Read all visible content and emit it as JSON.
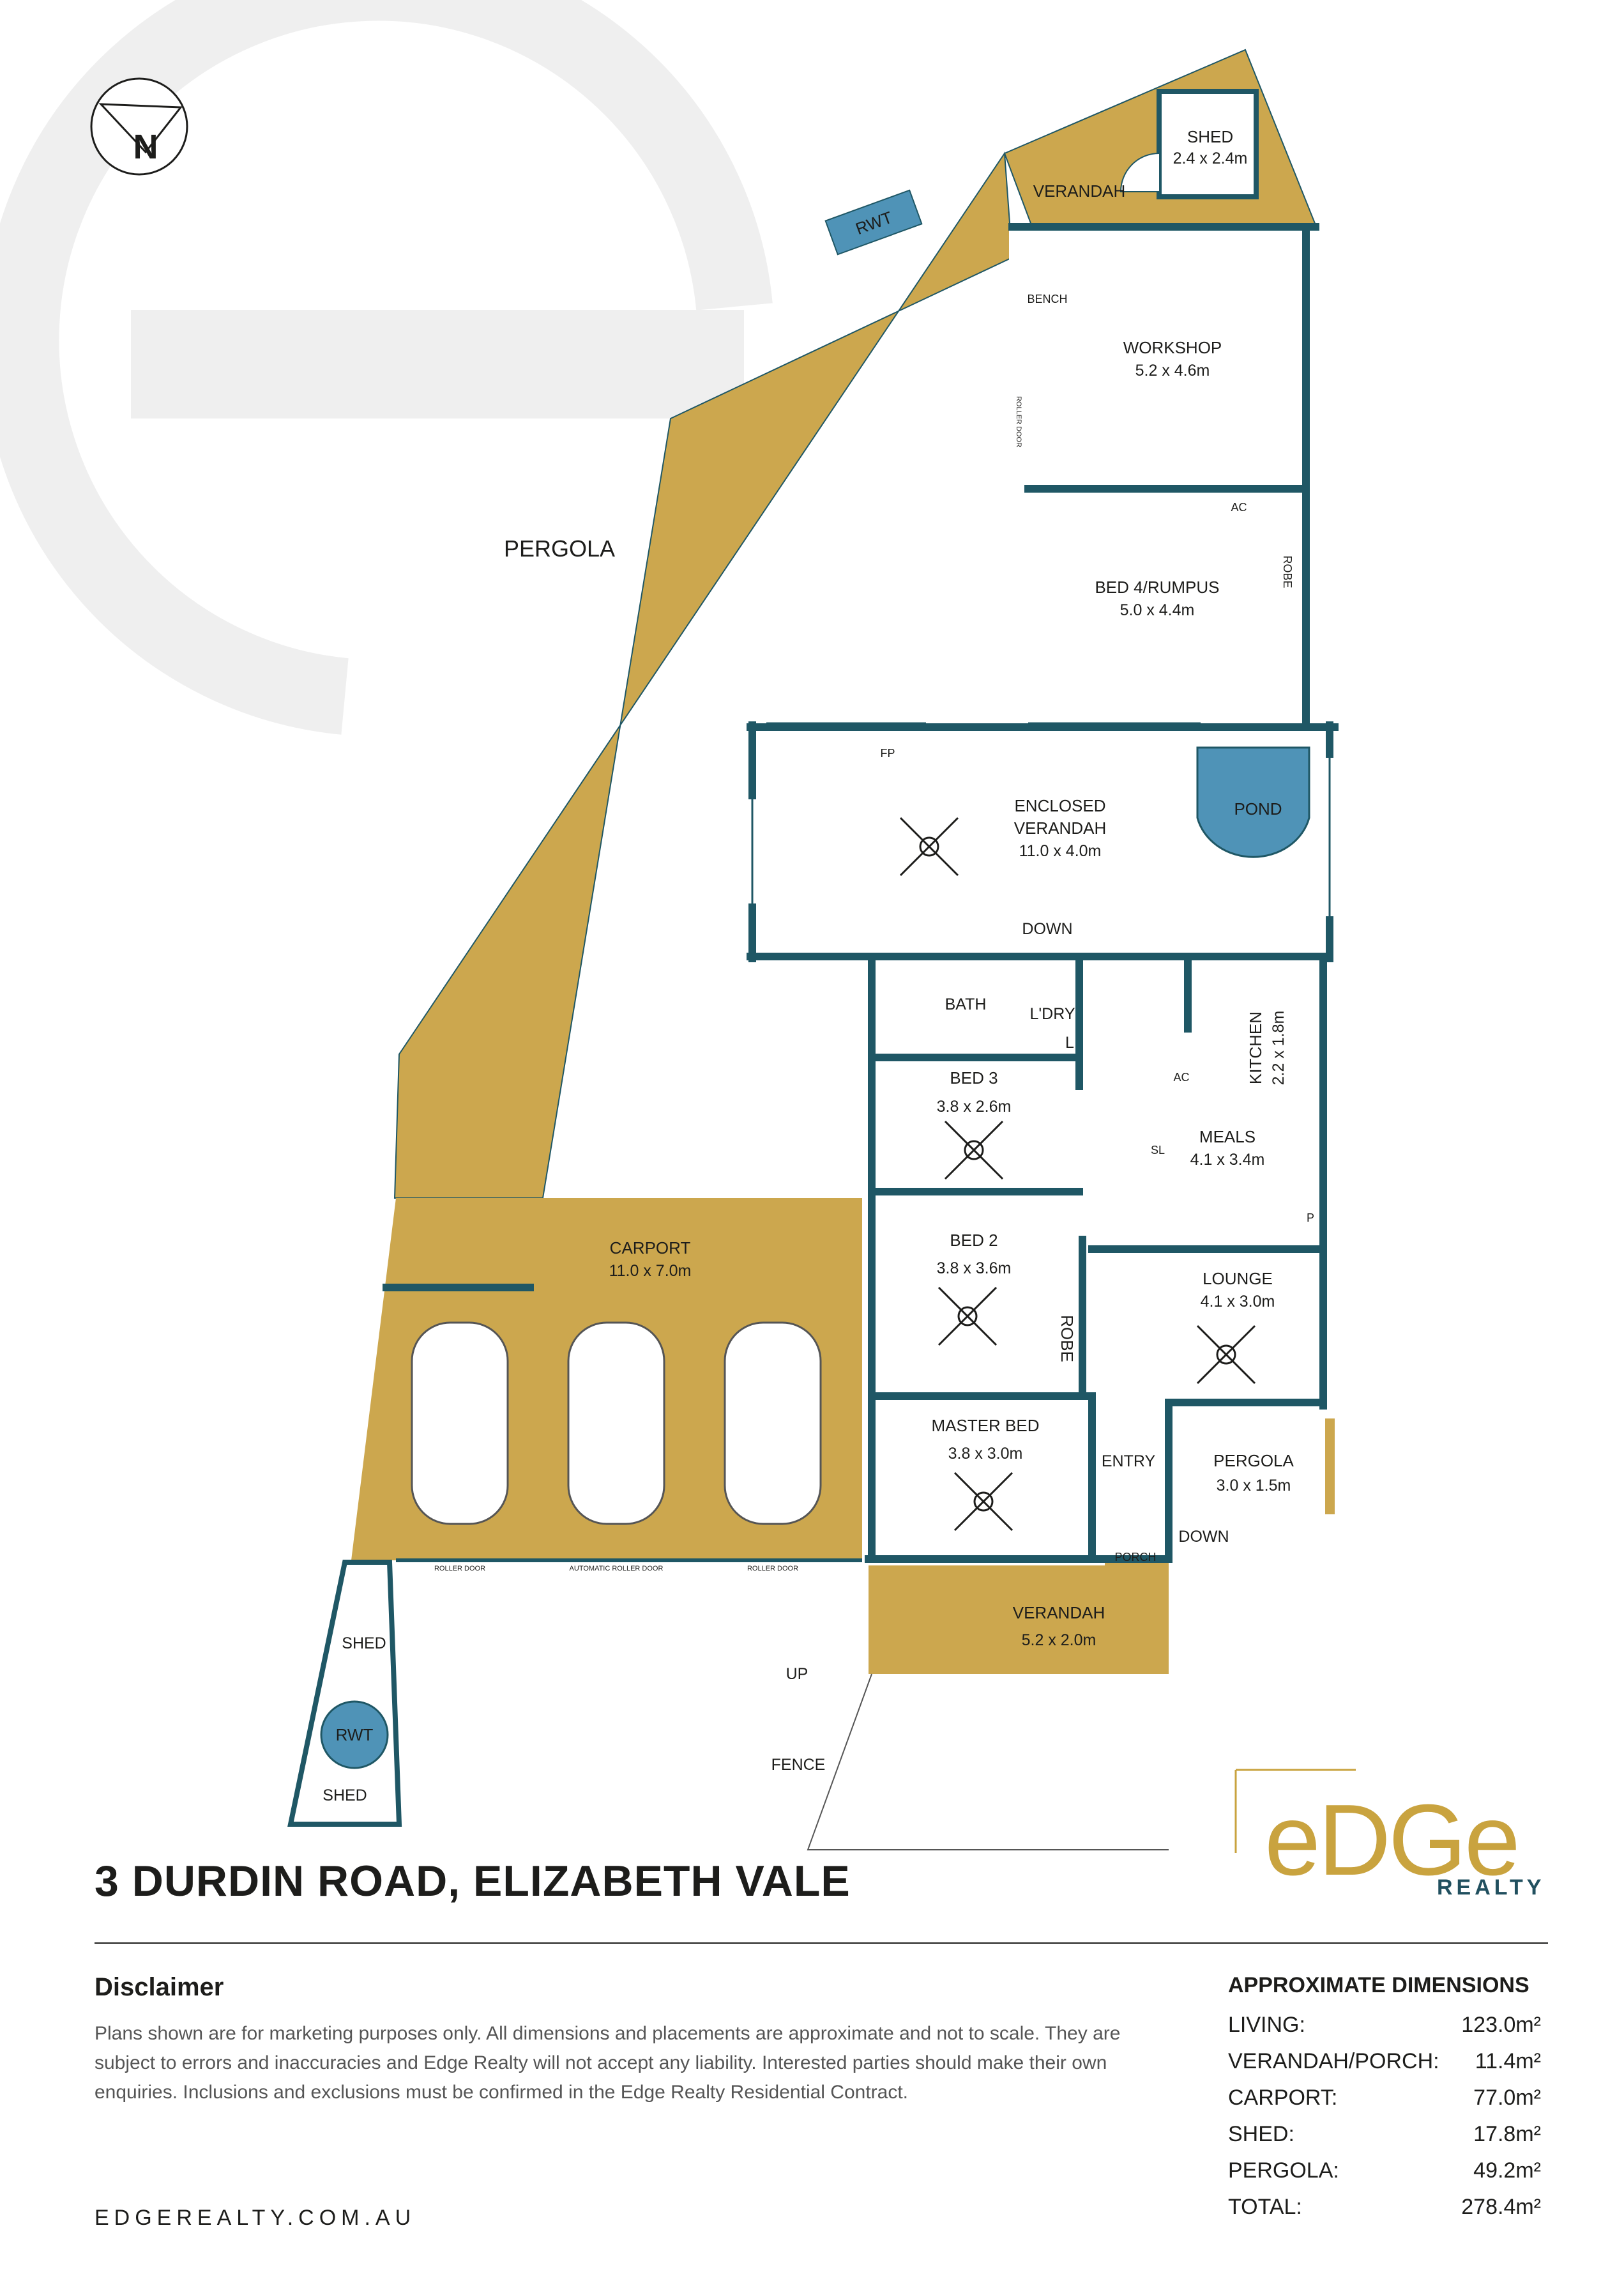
{
  "rooms": {
    "shed_top": {
      "name": "SHED",
      "dim": "2.4 x 2.4m"
    },
    "verandah_top": {
      "name": "VERANDAH"
    },
    "rwt_top": {
      "name": "RWT"
    },
    "bench": {
      "name": "BENCH"
    },
    "roller_door": {
      "name": "ROLLER DOOR"
    },
    "workshop": {
      "name": "WORKSHOP",
      "dim": "5.2 x 4.6m"
    },
    "bed4": {
      "name": "BED 4/RUMPUS",
      "dim": "5.0 x 4.4m"
    },
    "robe_bed4": {
      "name": "ROBE"
    },
    "ac_top": {
      "name": "AC"
    },
    "pergola_main": {
      "name": "PERGOLA"
    },
    "fp": {
      "name": "FP"
    },
    "enclosed_verandah": {
      "name1": "ENCLOSED",
      "name2": "VERANDAH",
      "dim": "11.0 x 4.0m"
    },
    "pond": {
      "name": "POND"
    },
    "down_top": {
      "name": "DOWN"
    },
    "bath": {
      "name": "BATH"
    },
    "ldry": {
      "name": "L'DRY"
    },
    "l_mark": {
      "name": "L"
    },
    "kitchen": {
      "name": "KITCHEN",
      "dim": "2.2 x 1.8m"
    },
    "ac_mid": {
      "name": "AC"
    },
    "bed3": {
      "name": "BED 3",
      "dim": "3.8 x 2.6m"
    },
    "meals": {
      "name": "MEALS",
      "dim": "4.1 x 3.4m"
    },
    "sl": {
      "name": "SL"
    },
    "p_mark": {
      "name": "P"
    },
    "carport": {
      "name": "CARPORT",
      "dim": "11.0 x 7.0m"
    },
    "bed2": {
      "name": "BED 2",
      "dim": "3.8 x 3.6m"
    },
    "robe_bed2": {
      "name": "ROBE"
    },
    "lounge": {
      "name": "LOUNGE",
      "dim": "4.1 x 3.0m"
    },
    "master": {
      "name": "MASTER BED",
      "dim": "3.8 x 3.0m"
    },
    "entry": {
      "name": "ENTRY"
    },
    "pergola_small": {
      "name": "PERGOLA",
      "dim": "3.0 x 1.5m"
    },
    "porch": {
      "name": "PORCH"
    },
    "down_bottom": {
      "name": "DOWN"
    },
    "roller_door_1": {
      "name": "ROLLER DOOR"
    },
    "roller_door_2": {
      "name": "AUTOMATIC ROLLER DOOR"
    },
    "roller_door_3": {
      "name": "ROLLER DOOR"
    },
    "verandah_bottom": {
      "name": "VERANDAH",
      "dim": "5.2 x 2.0m"
    },
    "up": {
      "name": "UP"
    },
    "fence": {
      "name": "FENCE"
    },
    "shed_a": {
      "name": "SHED"
    },
    "rwt_bottom": {
      "name": "RWT"
    },
    "shed_b": {
      "name": "SHED"
    }
  },
  "compass": {
    "north": "N"
  },
  "address": "3 DURDIN ROAD, ELIZABETH VALE",
  "disclaimer": {
    "heading": "Disclaimer",
    "text": "Plans shown are for marketing purposes only. All dimensions and placements are approximate and not to scale. They are subject to errors and inaccuracies and Edge Realty will not accept any liability. Interested parties should make their own enquiries. Inclusions and exclusions must be confirmed in the Edge Realty Residential Contract."
  },
  "website": "EDGEREALTY.COM.AU",
  "logo": {
    "word": "eDGe",
    "sub": "REALTY"
  },
  "dimensions": {
    "heading": "APPROXIMATE DIMENSIONS",
    "rows": [
      {
        "label": "LIVING:",
        "value": "123.0m²"
      },
      {
        "label": "VERANDAH/PORCH:",
        "value": "11.4m²"
      },
      {
        "label": "CARPORT:",
        "value": "77.0m²"
      },
      {
        "label": "SHED:",
        "value": "17.8m²"
      },
      {
        "label": "PERGOLA:",
        "value": "49.2m²"
      },
      {
        "label": "TOTAL:",
        "value": "278.4m²"
      }
    ]
  },
  "colors": {
    "pergola": "#cca74e",
    "wall": "#1f5765",
    "water": "#4f93b7",
    "watermark": "#efefef",
    "gold": "#c9a33f"
  }
}
